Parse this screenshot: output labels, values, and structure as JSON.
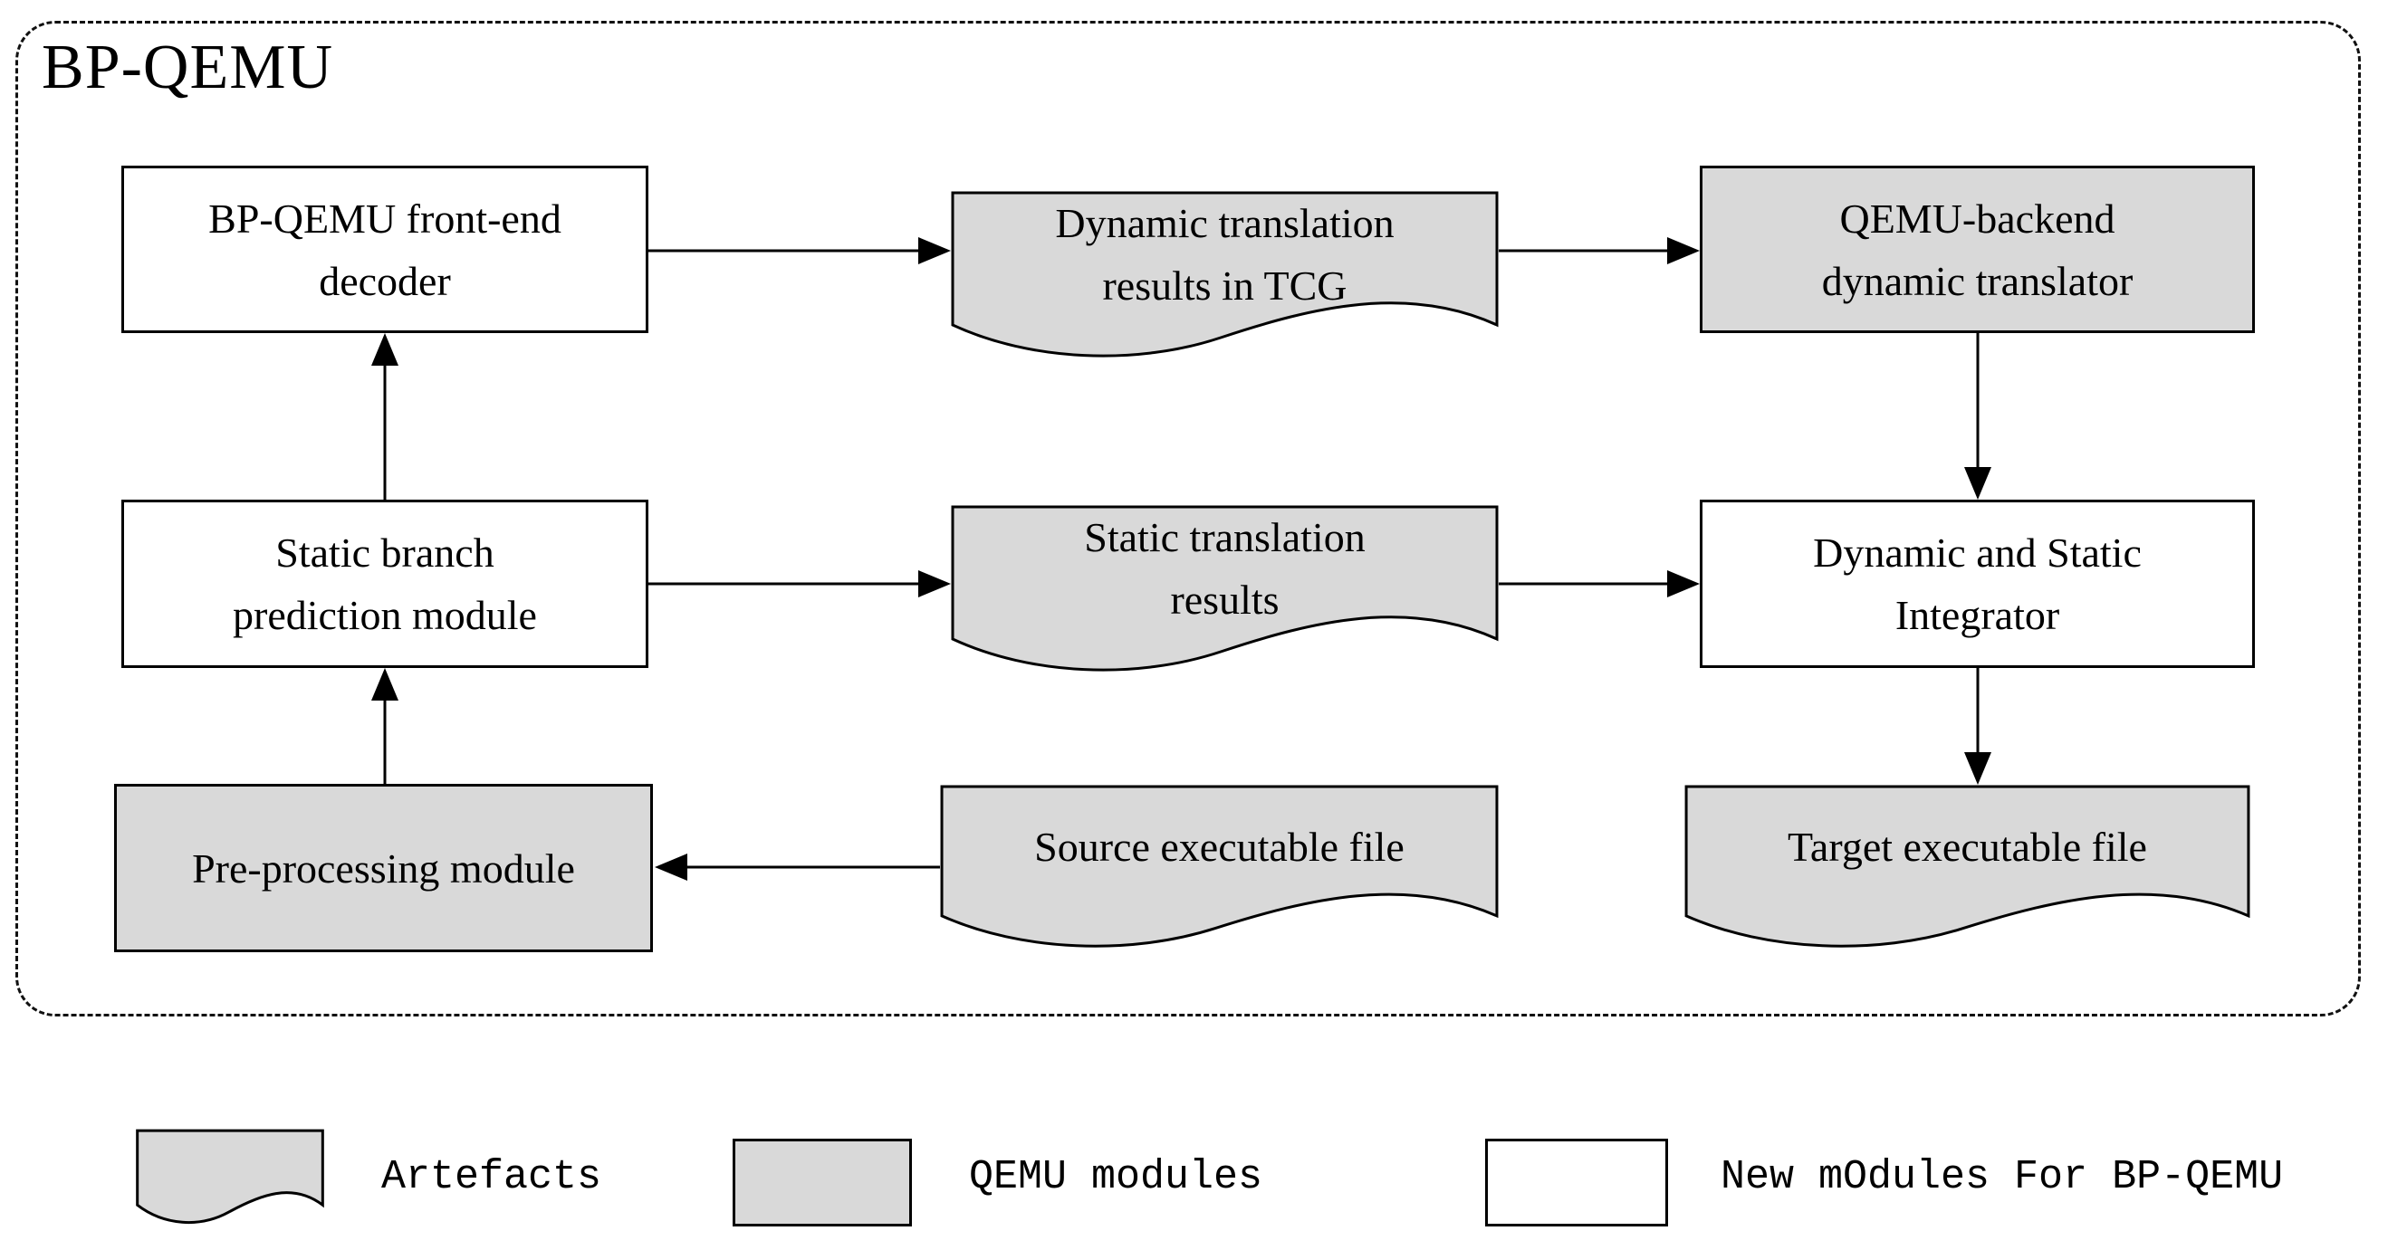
{
  "diagram": {
    "title": "BP-QEMU",
    "nodes": {
      "frontend_decoder": {
        "label": "BP-QEMU front-end decoder",
        "kind": "new-module"
      },
      "tcg_results": {
        "label": "Dynamic translation results in TCG",
        "kind": "artefact"
      },
      "backend_translator": {
        "label": "QEMU-backend dynamic translator",
        "kind": "qemu-module"
      },
      "branch_prediction": {
        "label": "Static branch prediction module",
        "kind": "new-module"
      },
      "static_results": {
        "label": "Static translation results",
        "kind": "artefact"
      },
      "integrator": {
        "label": "Dynamic and Static Integrator",
        "kind": "new-module"
      },
      "preprocessing": {
        "label": "Pre-processing module",
        "kind": "qemu-module"
      },
      "source_file": {
        "label": "Source executable file",
        "kind": "artefact"
      },
      "target_file": {
        "label": "Target executable file",
        "kind": "artefact"
      }
    },
    "edges": [
      "frontend_decoder -> tcg_results",
      "tcg_results -> backend_translator",
      "backend_translator -> integrator",
      "branch_prediction -> static_results",
      "static_results -> integrator",
      "integrator -> target_file",
      "branch_prediction -> frontend_decoder",
      "preprocessing -> branch_prediction",
      "source_file -> preprocessing"
    ],
    "legend": {
      "artefacts": "Artefacts",
      "qemu_modules": "QEMU modules",
      "new_modules": "New mOdules For BP-QEMU"
    },
    "colors": {
      "artifact_fill": "#d9d9d9",
      "qemu_module_fill": "#d9d9d9",
      "new_module_fill": "#ffffff",
      "stroke": "#000000"
    }
  }
}
